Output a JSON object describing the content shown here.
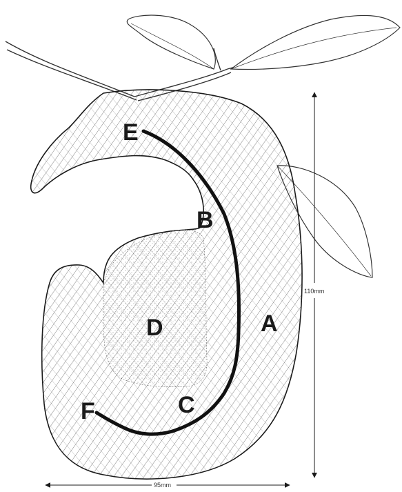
{
  "labels": {
    "A": "A",
    "B": "B",
    "C": "C",
    "D": "D",
    "E": "E",
    "F": "F"
  },
  "dimensions": {
    "height_label": "110mm",
    "width_label": "95mm"
  },
  "colors": {
    "ink": "#1a1a1a",
    "line": "#333333",
    "background": "#ffffff"
  }
}
